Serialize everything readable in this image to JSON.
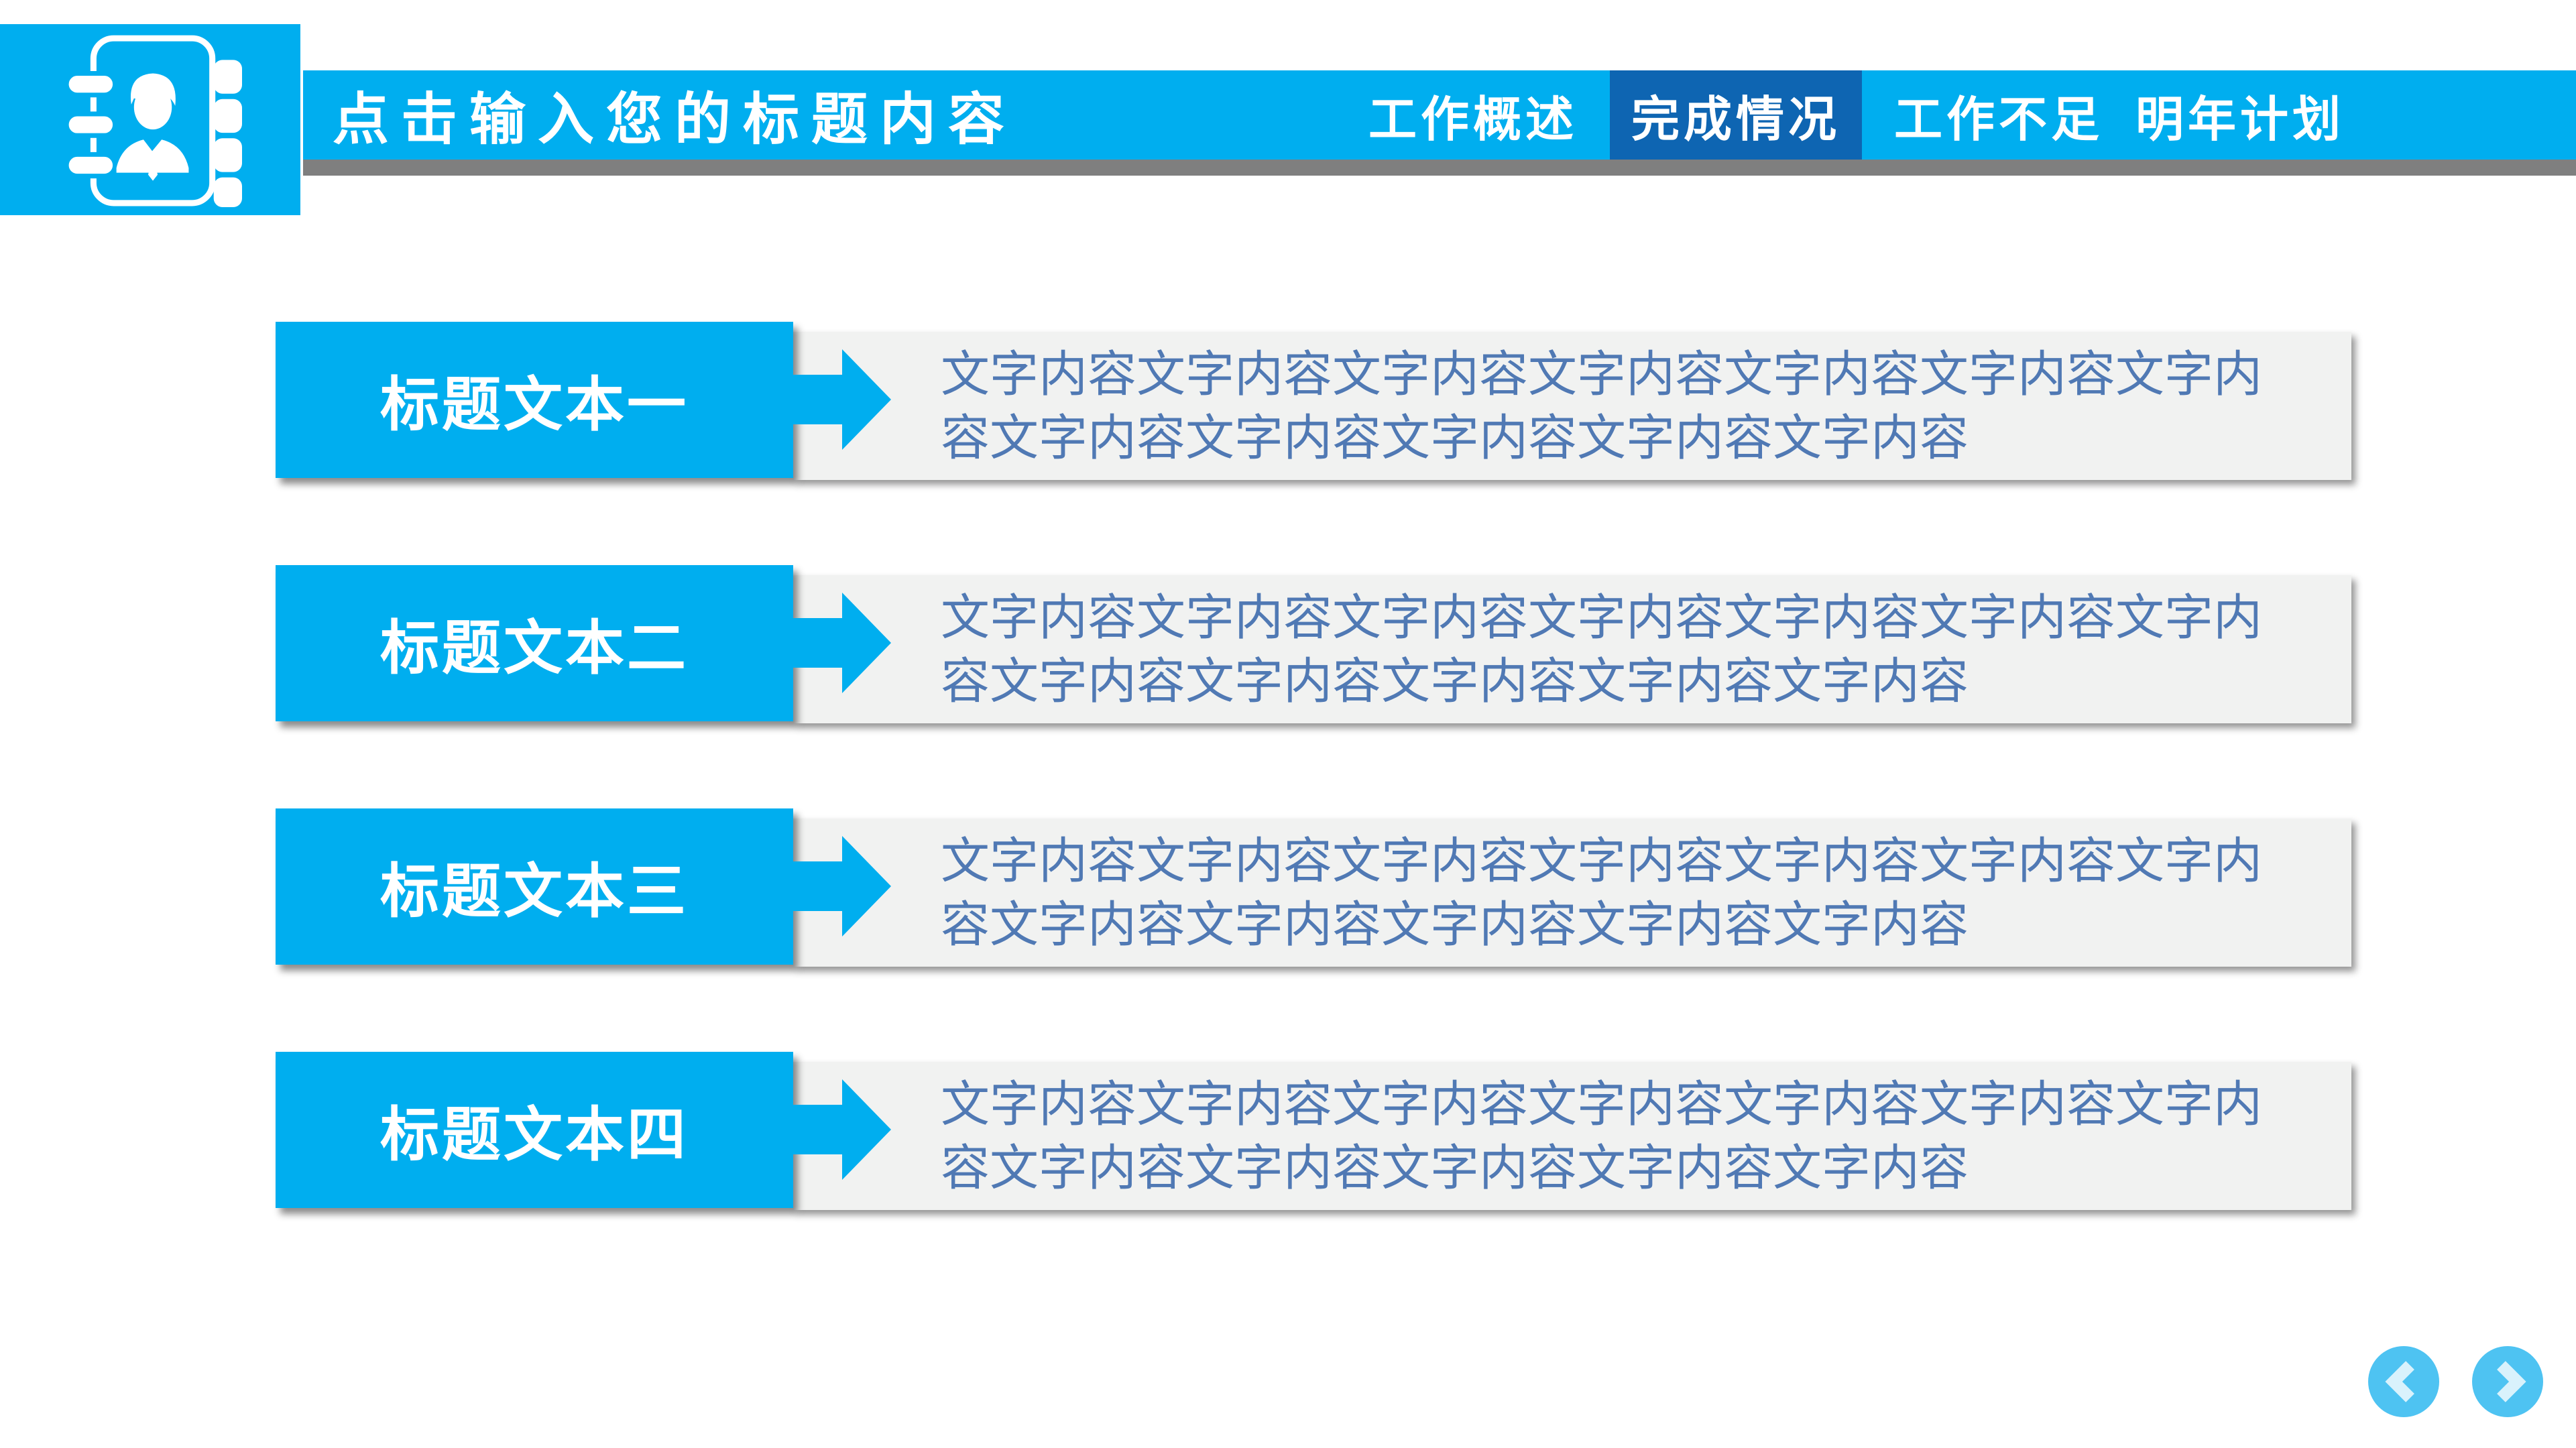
{
  "header": {
    "title": "点击输入您的标题内容",
    "tabs": [
      {
        "label": "工作概述",
        "active": false
      },
      {
        "label": "完成情况",
        "active": true
      },
      {
        "label": "工作不足",
        "active": false
      },
      {
        "label": "明年计划",
        "active": false
      }
    ]
  },
  "logo": {
    "icon": "contact-book-icon"
  },
  "rows": [
    {
      "title": "标题文本一",
      "body_line1": "文字内容文字内容文字内容文字内容文字内容文字内容文字内",
      "body_line2": "容文字内容文字内容文字内容文字内容文字内容"
    },
    {
      "title": "标题文本二",
      "body_line1": "文字内容文字内容文字内容文字内容文字内容文字内容文字内",
      "body_line2": "容文字内容文字内容文字内容文字内容文字内容"
    },
    {
      "title": "标题文本三",
      "body_line1": "文字内容文字内容文字内容文字内容文字内容文字内容文字内",
      "body_line2": "容文字内容文字内容文字内容文字内容文字内容"
    },
    {
      "title": "标题文本四",
      "body_line1": "文字内容文字内容文字内容文字内容文字内容文字内容文字内",
      "body_line2": "容文字内容文字内容文字内容文字内容文字内容"
    }
  ],
  "pagination": {
    "prev_icon": "chevron-left",
    "next_icon": "chevron-right"
  },
  "colors": {
    "accent_blue": "#00aeef",
    "active_tab_blue": "#0e65b2",
    "shadow_band_gray": "#7f7f7f",
    "panel_gray": "#f1f2f1",
    "body_text_blue": "#5079b4",
    "pager_circle_blue": "#4ec3f2",
    "pager_chevron_light": "#d9f2fc"
  }
}
